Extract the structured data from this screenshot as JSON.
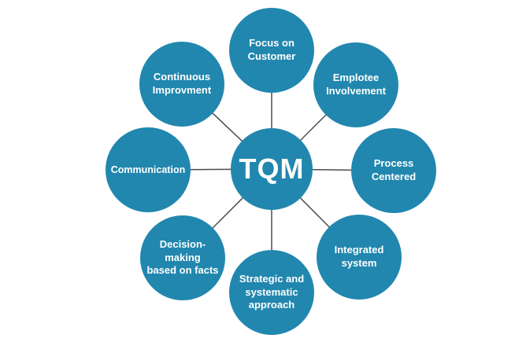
{
  "colors": {
    "circle": "#2187ae",
    "line": "#4c4c4c",
    "text": "#ffffff",
    "background": "#ffffff"
  },
  "diagram": {
    "type": "hub-and-spoke",
    "center": {
      "id": "tqm",
      "label": "TQM"
    },
    "nodes": [
      {
        "id": "focus-on-customer",
        "position": "top",
        "label": "Focus on\nCustomer"
      },
      {
        "id": "employee-involvement",
        "position": "top-right",
        "label": "Emplotee\nInvolvement"
      },
      {
        "id": "process-centered",
        "position": "right",
        "label": "Process\nCentered"
      },
      {
        "id": "integrated-system",
        "position": "bottom-right",
        "label": "Integrated\nsystem"
      },
      {
        "id": "strategic-systematic",
        "position": "bottom",
        "label": "Strategic and\nsystematic\napproach"
      },
      {
        "id": "decision-making-facts",
        "position": "bottom-left",
        "label": "Decision-making\nbased on facts"
      },
      {
        "id": "communication",
        "position": "left",
        "label": "Communication"
      },
      {
        "id": "continuous-improvement",
        "position": "top-left",
        "label": "Continuous\nImprovment"
      }
    ]
  }
}
